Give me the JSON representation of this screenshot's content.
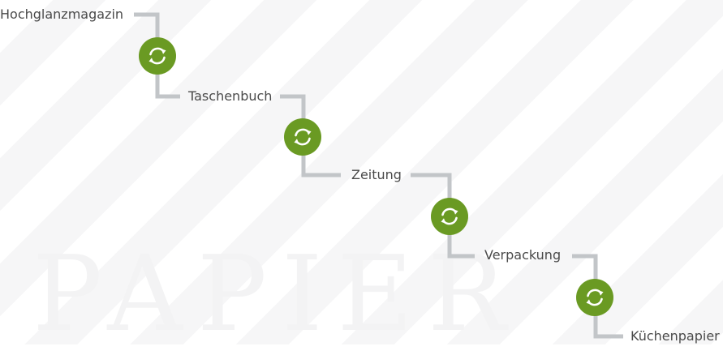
{
  "background": {
    "watermark_text": "PAPIER",
    "stripe_color": "#f6f6f7"
  },
  "steps": [
    {
      "label": "Hochglanzmagazin"
    },
    {
      "label": "Taschenbuch"
    },
    {
      "label": "Zeitung"
    },
    {
      "label": "Verpackung"
    },
    {
      "label": "Küchenpapier"
    }
  ],
  "recycle_icon": {
    "name": "recycle-icon",
    "color": "#6a9a23"
  },
  "connector_color": "#c2c5c8"
}
